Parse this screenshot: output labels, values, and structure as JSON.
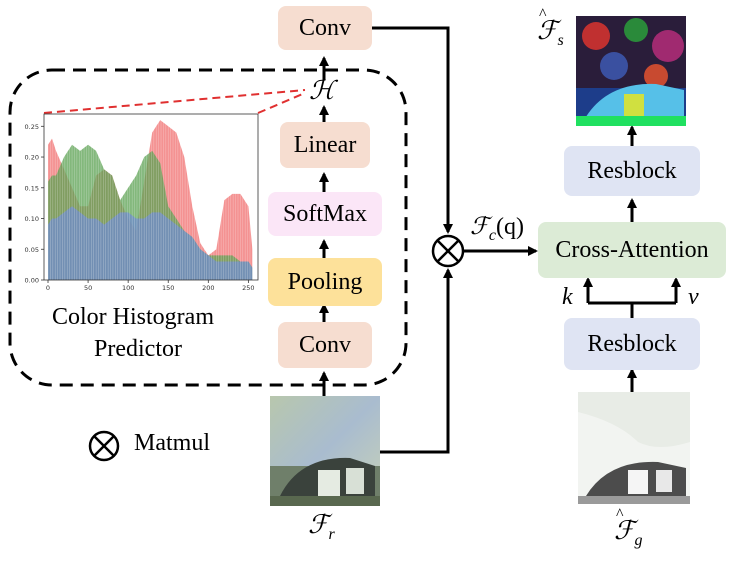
{
  "boxes": {
    "conv_top": "Conv",
    "linear": "Linear",
    "softmax": "SoftMax",
    "pooling": "Pooling",
    "conv_bottom": "Conv",
    "resblock_top": "Resblock",
    "cross_attention": "Cross-Attention",
    "resblock_bottom": "Resblock"
  },
  "labels": {
    "predictor_title_line1": "Color Histogram",
    "predictor_title_line2": "Predictor",
    "H": "ℋ",
    "Fc_q": "ℱ",
    "Fc_sub": "c",
    "Fc_tail": "(q)",
    "k": "k",
    "v": "v",
    "Fr": "ℱ",
    "Fr_sub": "r",
    "Fs": "ℱ",
    "Fs_sub": "s",
    "Fg": "ℱ",
    "Fg_sub": "g",
    "matmul_symbol": "⊗",
    "matmul_text": "Matmul"
  },
  "colors": {
    "red": "#f28080",
    "green": "#6aaa5a",
    "blue": "#7d9ccc",
    "dash_red": "#e03030"
  },
  "chart_data": {
    "type": "area",
    "x_ticks": [
      "0",
      "50",
      "100",
      "150",
      "200",
      "250"
    ],
    "y_ticks": [
      "0.00",
      "0.05",
      "0.10",
      "0.15",
      "0.20",
      "0.25"
    ],
    "xlim": [
      -5,
      262
    ],
    "ylim": [
      0,
      0.27
    ],
    "series": [
      {
        "color": "red",
        "x": [
          0,
          5,
          10,
          20,
          30,
          40,
          50,
          60,
          70,
          80,
          90,
          100,
          110,
          120,
          130,
          140,
          150,
          160,
          170,
          180,
          190,
          200,
          210,
          220,
          230,
          240,
          250,
          255
        ],
        "y": [
          0.22,
          0.23,
          0.21,
          0.18,
          0.15,
          0.12,
          0.12,
          0.17,
          0.18,
          0.17,
          0.13,
          0.1,
          0.08,
          0.16,
          0.24,
          0.26,
          0.25,
          0.24,
          0.2,
          0.12,
          0.06,
          0.04,
          0.05,
          0.13,
          0.14,
          0.14,
          0.12,
          0.05
        ]
      },
      {
        "color": "green",
        "x": [
          0,
          5,
          10,
          20,
          30,
          40,
          50,
          60,
          70,
          80,
          90,
          100,
          110,
          120,
          130,
          140,
          150,
          160,
          170,
          180,
          190,
          200,
          210,
          220,
          230,
          240,
          250,
          255
        ],
        "y": [
          0.16,
          0.17,
          0.17,
          0.2,
          0.22,
          0.21,
          0.22,
          0.21,
          0.18,
          0.17,
          0.13,
          0.15,
          0.17,
          0.2,
          0.21,
          0.19,
          0.12,
          0.1,
          0.08,
          0.07,
          0.05,
          0.04,
          0.04,
          0.04,
          0.04,
          0.03,
          0.03,
          0.02
        ]
      },
      {
        "color": "blue",
        "x": [
          0,
          5,
          10,
          20,
          30,
          40,
          50,
          60,
          70,
          80,
          90,
          100,
          110,
          120,
          130,
          140,
          150,
          160,
          170,
          180,
          190,
          200,
          210,
          220,
          230,
          240,
          250,
          255
        ],
        "y": [
          0.09,
          0.1,
          0.1,
          0.11,
          0.12,
          0.11,
          0.1,
          0.1,
          0.09,
          0.1,
          0.11,
          0.11,
          0.1,
          0.1,
          0.11,
          0.11,
          0.1,
          0.09,
          0.08,
          0.07,
          0.05,
          0.04,
          0.03,
          0.03,
          0.03,
          0.03,
          0.03,
          0.02
        ]
      }
    ]
  }
}
